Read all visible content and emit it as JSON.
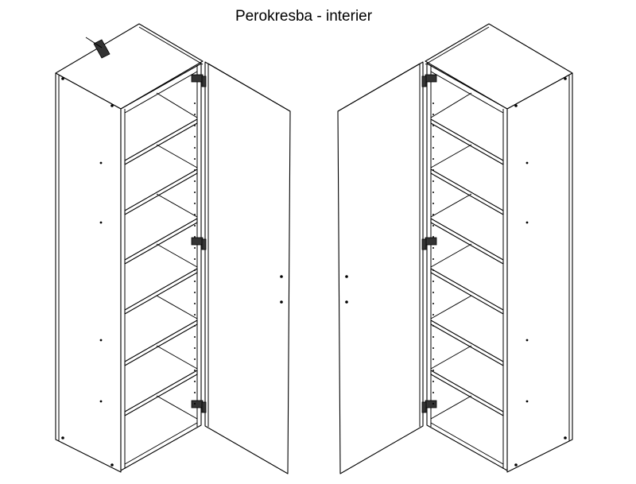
{
  "title": "Perokresba - interier",
  "views": [
    {
      "name": "left-view",
      "door_side": "right",
      "shelves": 6,
      "hinges": 3
    },
    {
      "name": "right-view",
      "door_side": "left",
      "shelves": 6,
      "hinges": 3
    }
  ]
}
